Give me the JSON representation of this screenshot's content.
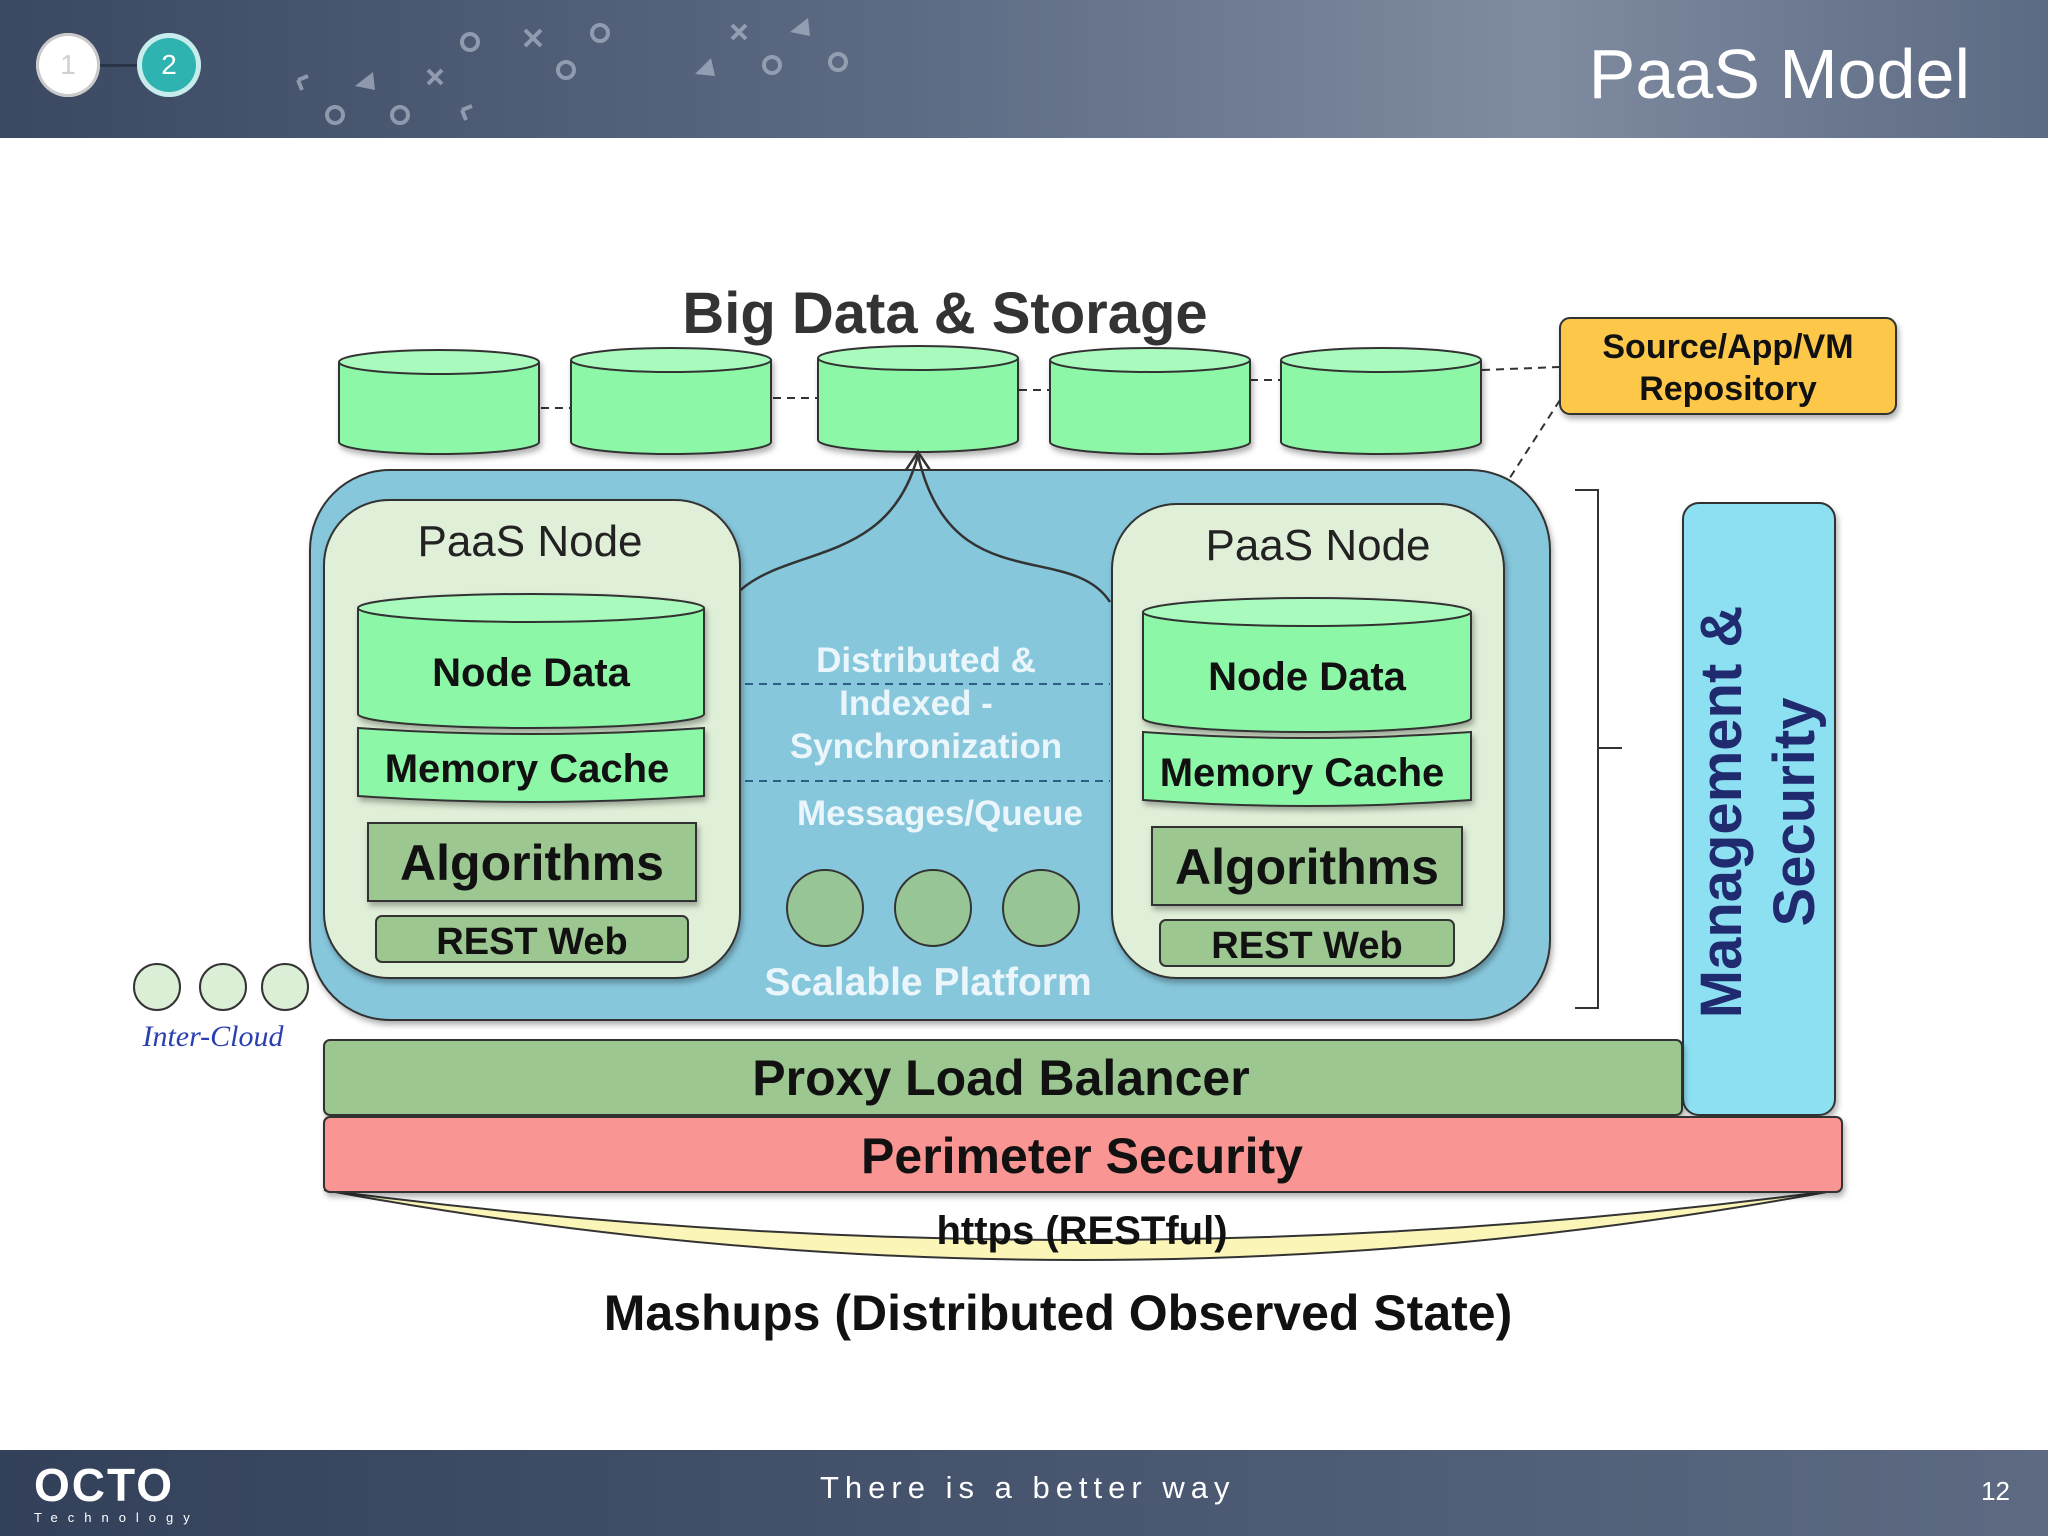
{
  "header": {
    "steps": [
      "1",
      "2"
    ],
    "title": "PaaS Model"
  },
  "diagram": {
    "storage_title": "Big Data & Storage",
    "repository_line1": "Source/App/VM",
    "repository_line2": "Repository",
    "left_node": {
      "title": "PaaS Node",
      "node_data": "Node Data",
      "memory_cache": "Memory Cache",
      "algorithms": "Algorithms",
      "rest_web": "REST Web"
    },
    "right_node": {
      "title": "PaaS Node",
      "node_data": "Node Data",
      "memory_cache": "Memory Cache",
      "algorithms": "Algorithms",
      "rest_web": "REST Web"
    },
    "sync_line1": "Distributed &",
    "sync_line2": "Indexed -",
    "sync_line3": "Synchronization",
    "messages": "Messages/Queue",
    "scalable": "Scalable Platform",
    "inter_cloud": "Inter-Cloud",
    "mgmt_line1": "Management &",
    "mgmt_line2": "Security",
    "proxy": "Proxy Load Balancer",
    "perimeter": "Perimeter Security",
    "https": "https (RESTful)",
    "mashups": "Mashups (Distributed Observed State)"
  },
  "footer": {
    "logo": "OCTO",
    "logo_sub": "Technology",
    "tagline": "There is a better way",
    "page": "12"
  },
  "colors": {
    "storage_green": "#8cf7a6",
    "platform_blue": "#86c7dc",
    "node_bg": "#e0efd8",
    "algorithms_green": "#9cc791",
    "repository_yellow": "#fdc84a",
    "management_blue": "#8ddff2",
    "perimeter_red": "#f99592",
    "https_yellow": "#fbf5b7"
  }
}
